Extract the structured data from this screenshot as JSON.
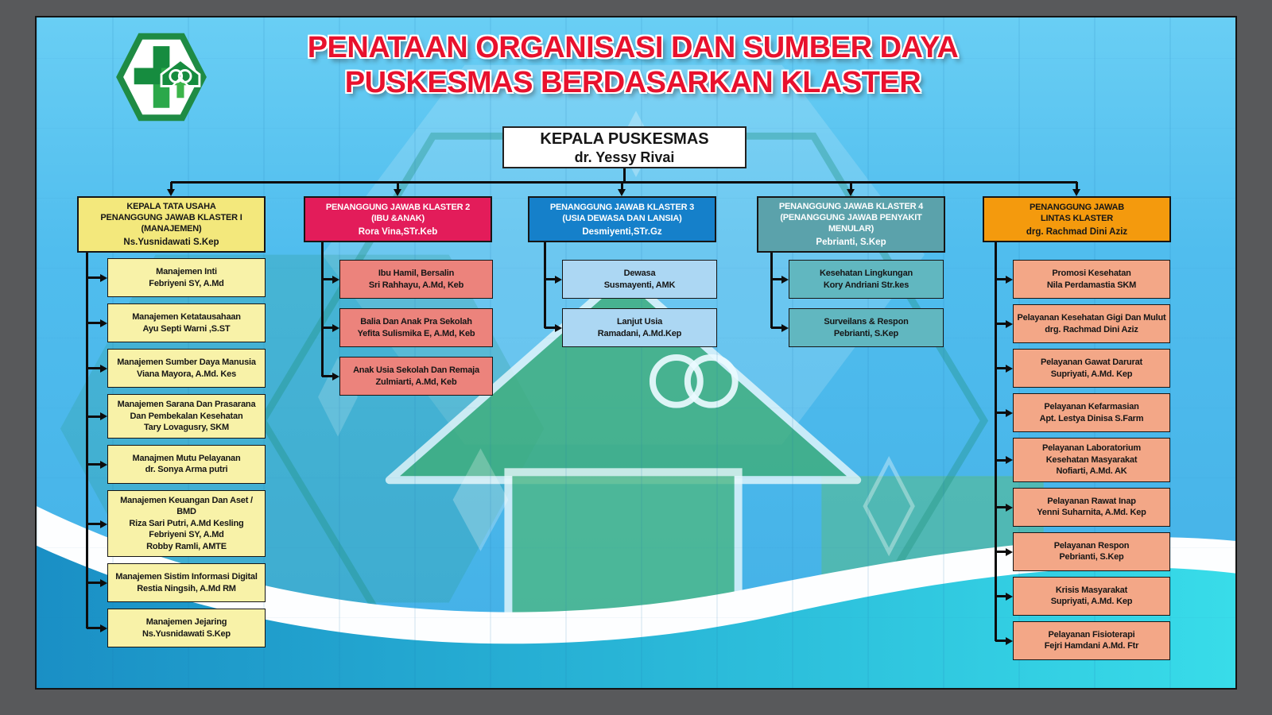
{
  "title": {
    "line1": "PENATAAN ORGANISASI DAN SUMBER DAYA",
    "line2": "PUSKESMAS BERDASARKAN KLASTER"
  },
  "root": {
    "title": "KEPALA PUSKESMAS",
    "name": "dr. Yessy Rivai"
  },
  "colors": {
    "title_text": "#e8112d",
    "slide_bg": "#4fbdee",
    "wave_left": "#1a8fc5",
    "wave_right": "#38dce9",
    "watermark_green": "#3fae79"
  },
  "logo_name": "puskesmas-logo",
  "columns": [
    {
      "id": "klaster-1",
      "colors": {
        "header_bg": "#f3e87c",
        "header_text": "#161616",
        "item_bg": "#f8f2a8"
      },
      "header": {
        "title_lines": [
          "KEPALA TATA USAHA",
          "PENANGGUNG JAWAB KLASTER I (MANAJEMEN)"
        ],
        "name": "Ns.Yusnidawati S.Kep"
      },
      "items": [
        {
          "lines": [
            "Manajemen Inti",
            "Febriyeni SY, A.Md"
          ]
        },
        {
          "lines": [
            "Manajemen Ketatausahaan",
            "Ayu Septi Warni ,S.ST"
          ]
        },
        {
          "lines": [
            "Manajemen Sumber Daya Manusia",
            "Viana Mayora, A.Md. Kes"
          ]
        },
        {
          "lines": [
            "Manajemen Sarana Dan Prasarana Dan Pembekalan Kesehatan",
            "Tary Lovagusry, SKM"
          ]
        },
        {
          "lines": [
            "Manajmen Mutu Pelayanan",
            "dr. Sonya Arma putri"
          ]
        },
        {
          "lines": [
            "Manajemen Keuangan Dan Aset / BMD",
            "Riza Sari Putri, A.Md Kesling",
            "Febriyeni SY, A.Md",
            "Robby Ramli, AMTE"
          ]
        },
        {
          "lines": [
            "Manajemen Sistim Informasi Digital",
            "Restia Ningsih, A.Md RM"
          ]
        },
        {
          "lines": [
            "Manajemen Jejaring",
            "Ns.Yusnidawati S.Kep"
          ]
        }
      ]
    },
    {
      "id": "klaster-2",
      "colors": {
        "header_bg": "#e31c5a",
        "header_text": "#ffffff",
        "item_bg": "#ec837c"
      },
      "header": {
        "title_lines": [
          "PENANGGUNG JAWAB KLASTER 2",
          "(IBU &ANAK)"
        ],
        "name": "Rora Vina,STr.Keb"
      },
      "items": [
        {
          "lines": [
            "Ibu Hamil, Bersalin",
            "Sri Rahhayu, A.Md, Keb"
          ]
        },
        {
          "lines": [
            "Balia Dan Anak Pra Sekolah",
            "Yefita Sulismika E, A.Md, Keb"
          ]
        },
        {
          "lines": [
            "Anak Usia Sekolah Dan Remaja",
            "Zulmiarti, A.Md, Keb"
          ]
        }
      ]
    },
    {
      "id": "klaster-3",
      "colors": {
        "header_bg": "#1580ca",
        "header_text": "#ffffff",
        "item_bg": "#acd7f3"
      },
      "header": {
        "title_lines": [
          "PENANGGUNG JAWAB KLASTER 3",
          "(USIA DEWASA DAN LANSIA)"
        ],
        "name": "Desmiyenti,STr.Gz"
      },
      "items": [
        {
          "lines": [
            "Dewasa",
            "Susmayenti, AMK"
          ]
        },
        {
          "lines": [
            "Lanjut Usia",
            "Ramadani, A.Md.Kep"
          ]
        }
      ]
    },
    {
      "id": "klaster-4",
      "colors": {
        "header_bg": "#5ba2ab",
        "header_text": "#ffffff",
        "item_bg": "#61b7c0"
      },
      "header": {
        "title_lines": [
          "PENANGGUNG JAWAB KLASTER 4",
          "(PENANGGUNG JAWAB PENYAKIT MENULAR)"
        ],
        "name": "Pebrianti, S.Kep"
      },
      "items": [
        {
          "lines": [
            "Kesehatan Lingkungan",
            "Kory Andriani Str.kes"
          ]
        },
        {
          "lines": [
            "Surveilans & Respon",
            "Pebrianti, S.Kep"
          ]
        }
      ]
    },
    {
      "id": "lintas-klaster",
      "colors": {
        "header_bg": "#f49a0d",
        "header_text": "#161616",
        "item_bg": "#f3a787"
      },
      "header": {
        "title_lines": [
          "PENANGGUNG JAWAB",
          "LINTAS KLASTER"
        ],
        "name": "drg. Rachmad Dini Aziz"
      },
      "items": [
        {
          "lines": [
            "Promosi Kesehatan",
            "Nila Perdamastia SKM"
          ]
        },
        {
          "lines": [
            "Pelayanan Kesehatan Gigi Dan Mulut",
            "drg. Rachmad Dini Aziz"
          ]
        },
        {
          "lines": [
            "Pelayanan Gawat Darurat",
            "Supriyati, A.Md. Kep"
          ]
        },
        {
          "lines": [
            "Pelayanan Kefarmasian",
            "Apt. Lestya Dinisa S.Farm"
          ]
        },
        {
          "lines": [
            "Pelayanan Laboratorium",
            "Kesehatan Masyarakat",
            "Nofiarti, A.Md. AK"
          ]
        },
        {
          "lines": [
            "Pelayanan Rawat Inap",
            "Yenni Suharnita, A.Md. Kep"
          ]
        },
        {
          "lines": [
            "Pelayanan Respon",
            "Pebrianti, S.Kep"
          ]
        },
        {
          "lines": [
            "Krisis Masyarakat",
            "Supriyati, A.Md. Kep"
          ]
        },
        {
          "lines": [
            "Pelayanan Fisioterapi",
            "Fejri Hamdani A.Md. Ftr"
          ]
        }
      ]
    }
  ]
}
